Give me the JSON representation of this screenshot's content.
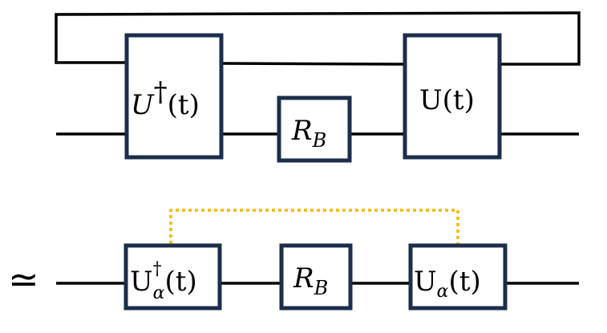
{
  "colors": {
    "gate_border": "#1b2e4b",
    "wire": "#000000",
    "correlation_link": "#f5b800"
  },
  "top_circuit": {
    "gate_left": {
      "symbol": "U",
      "superscript": "†",
      "arg": "(t)"
    },
    "gate_middle": {
      "symbol": "R",
      "subscript": "B"
    },
    "gate_right": {
      "symbol": "U",
      "arg": "(t)"
    }
  },
  "relation_symbol": "≃",
  "bottom_circuit": {
    "gate_left": {
      "symbol": "U",
      "superscript": "†",
      "subscript": "α",
      "arg": "(t)"
    },
    "gate_middle": {
      "symbol": "R",
      "subscript": "B"
    },
    "gate_right": {
      "symbol": "U",
      "subscript": "α",
      "arg": "(t)"
    }
  }
}
